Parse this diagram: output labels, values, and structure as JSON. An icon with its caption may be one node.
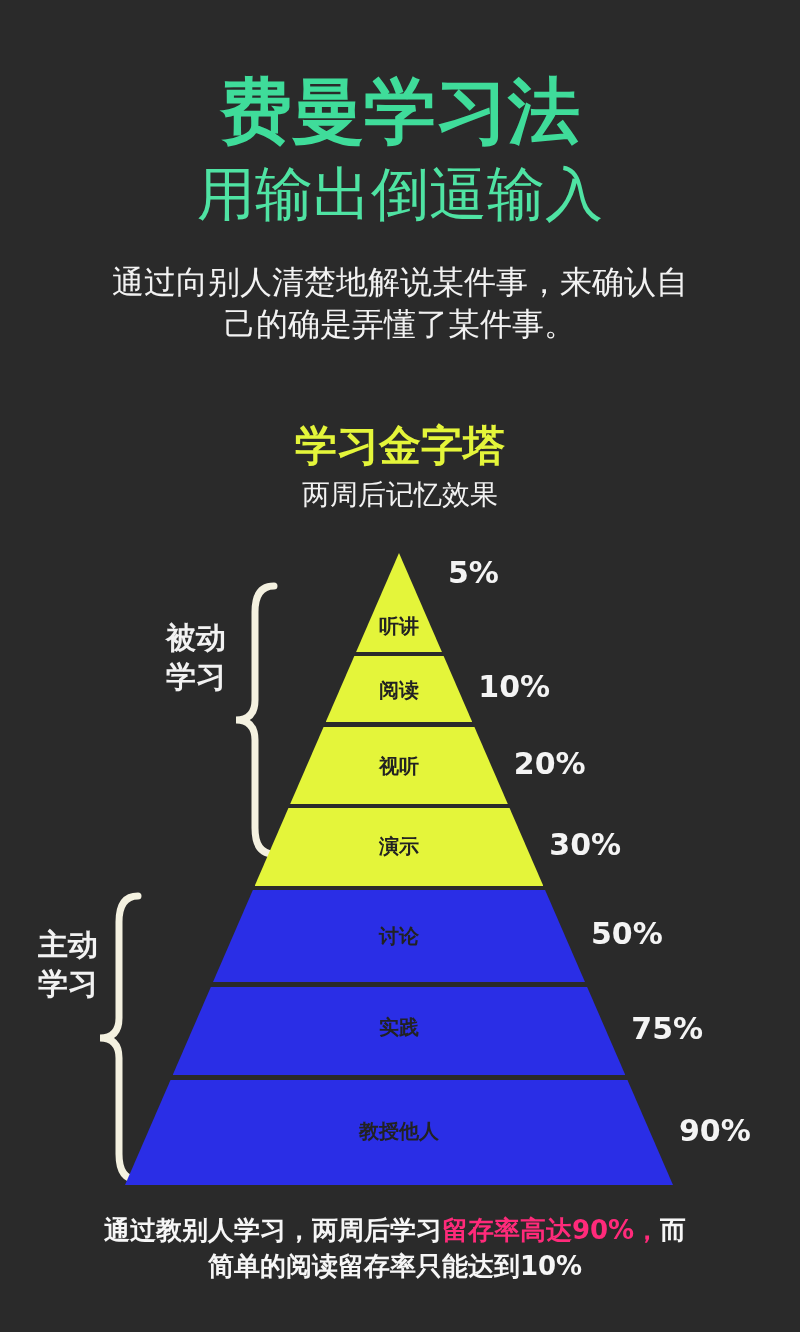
{
  "diagram": {
    "title": "费曼学习法",
    "caption": "通过教别人学习，两周后学习**留存率高达90%，**而简单的阅读留存率只能达到10%",
    "nodes": [
      {
        "text": [
          "听讲"
        ],
        "beside": [
          "5%"
        ]
      },
      {
        "text": [
          "阅读"
        ],
        "beside": [
          "10%"
        ]
      },
      {
        "text": [
          "视听"
        ],
        "beside": [
          "20%"
        ]
      },
      {
        "text": [
          "演示"
        ],
        "beside": [
          "30%"
        ]
      },
      {
        "text": [
          "讨论"
        ],
        "beside": [
          "50%"
        ]
      },
      {
        "text": [
          "实践"
        ],
        "beside": [
          "75%"
        ]
      },
      {
        "text": [
          "教授他人"
        ],
        "beside": [
          "90%"
        ]
      }
    ],
    "labels": [
      "用输出倒逼输入",
      "通过向别人清楚地解说某件事，来确认自己的确是弄懂了某件事。",
      "学习金字塔",
      "两周后记忆效果",
      "被动学习",
      "主动学习"
    ]
  }
}
